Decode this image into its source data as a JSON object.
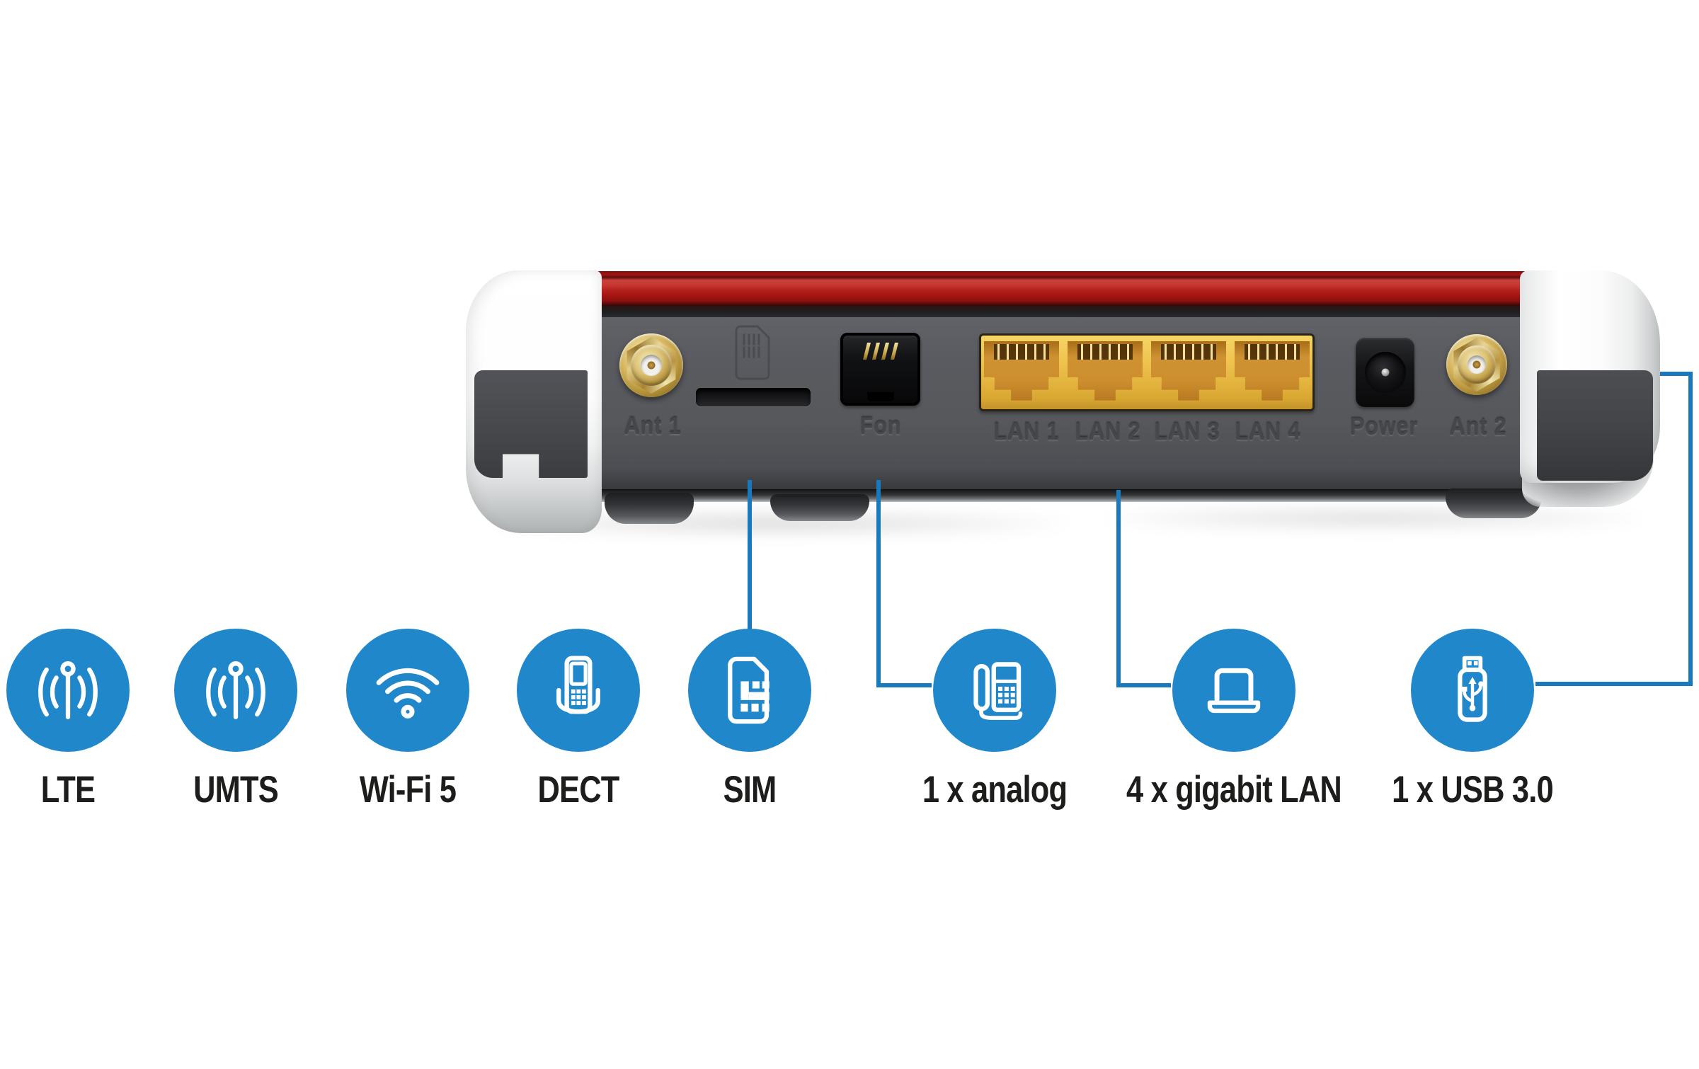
{
  "title": "LTE router rear panel feature diagram",
  "router": {
    "ports": {
      "ant1": {
        "label": "Ant 1"
      },
      "fon": {
        "label": "Fon"
      },
      "lan": {
        "labels": [
          "LAN 1",
          "LAN 2",
          "LAN 3",
          "LAN 4"
        ]
      },
      "power": {
        "label": "Power"
      },
      "ant2": {
        "label": "Ant 2"
      }
    }
  },
  "features": [
    {
      "id": "lte",
      "label": "LTE",
      "icon": "cellular-antenna-icon"
    },
    {
      "id": "umts",
      "label": "UMTS",
      "icon": "cellular-antenna-icon"
    },
    {
      "id": "wifi5",
      "label": "Wi-Fi 5",
      "icon": "wifi-icon"
    },
    {
      "id": "dect",
      "label": "DECT",
      "icon": "cordless-phone-icon"
    },
    {
      "id": "sim",
      "label": "SIM",
      "icon": "sim-card-icon"
    },
    {
      "id": "analog",
      "label": "1 x analog",
      "icon": "desk-phone-icon"
    },
    {
      "id": "gigabit-lan",
      "label": "4 x gigabit LAN",
      "icon": "laptop-icon"
    },
    {
      "id": "usb3",
      "label": "1 x USB 3.0",
      "icon": "usb-stick-icon"
    }
  ],
  "connections": [
    {
      "from": "sim-slot",
      "to": "SIM"
    },
    {
      "from": "fon-port",
      "to": "1 x analog"
    },
    {
      "from": "lan-ports",
      "to": "4 x gigabit LAN"
    },
    {
      "from": "side-usb-port",
      "to": "1 x USB 3.0"
    }
  ],
  "colors": {
    "feature_blue": "#2187cb",
    "connector_blue": "#1a78bd",
    "router_red": "#a81412",
    "red_highlight": "#c8413a",
    "face_gray": "#56585c",
    "lan_yellow": "#eec14b",
    "port_orange": "#cd8e2e",
    "gold": "#d9bd6e",
    "label_dark": "#1d1d1b"
  }
}
